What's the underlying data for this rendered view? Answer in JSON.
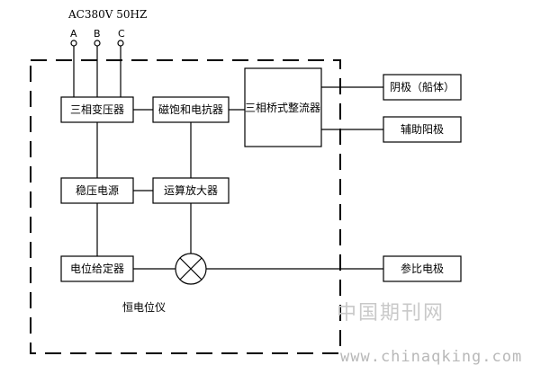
{
  "power": {
    "supply_label": "AC380V 50HZ",
    "phases": [
      "A",
      "B",
      "C"
    ]
  },
  "blocks": {
    "transformer": "三相变压器",
    "reactor": "磁饱和电抗器",
    "rectifier": "三相桥式整流器",
    "regulated_supply": "稳压电源",
    "op_amp": "运算放大器",
    "potential_setter": "电位给定器",
    "anode": "阴极（船体）",
    "aux_anode": "辅助阳极",
    "ref_electrode": "参比电极"
  },
  "enclosure_label": "恒电位仪",
  "watermark": {
    "cn": "中国期刊网",
    "url": "www.chinaqking.com"
  }
}
